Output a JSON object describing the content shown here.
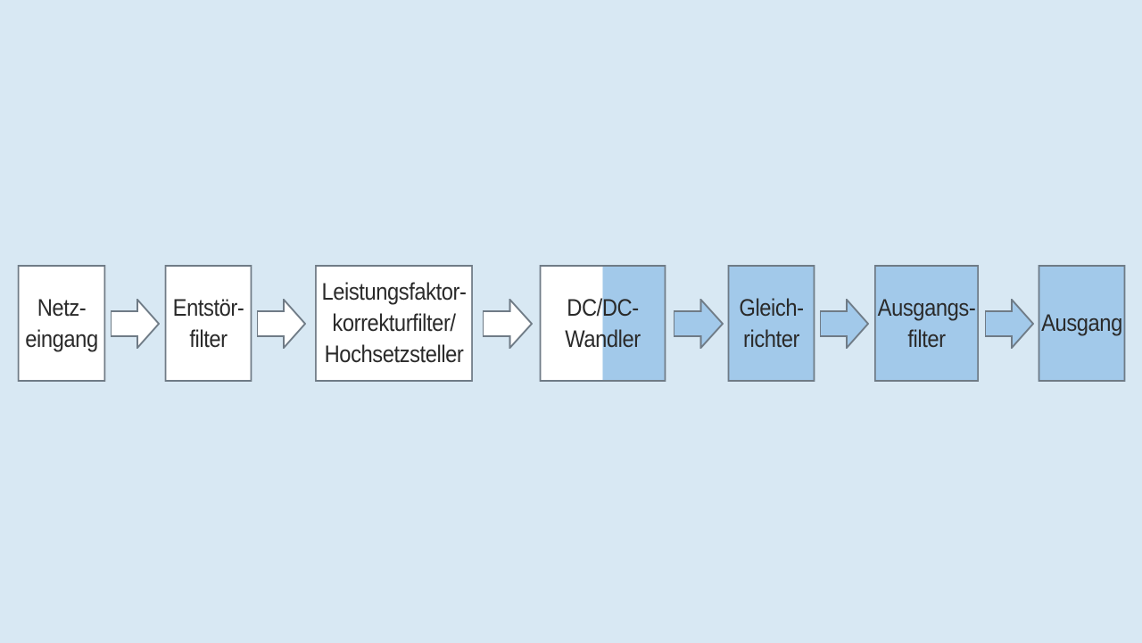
{
  "blocks": [
    {
      "id": "netzeingang",
      "label": "Netz-\neingang",
      "fill": "#ffffff"
    },
    {
      "id": "entstoerfilter",
      "label": "Entstör-\nfilter",
      "fill": "#ffffff"
    },
    {
      "id": "pfc",
      "label": "Leistungsfaktor-\nkorrekturfilter/\nHochsetzsteller",
      "fill": "#ffffff"
    },
    {
      "id": "dcdc",
      "label": "DC/DC-\nWandler",
      "fill": "split"
    },
    {
      "id": "gleichrichter",
      "label": "Gleich-\nrichter",
      "fill": "#a2c9ea"
    },
    {
      "id": "ausgangsfilter",
      "label": "Ausgangs-\nfilter",
      "fill": "#a2c9ea"
    },
    {
      "id": "ausgang",
      "label": "Ausgang",
      "fill": "#a2c9ea"
    }
  ],
  "arrows": [
    {
      "from": "netzeingang",
      "to": "entstoerfilter",
      "fill": "#ffffff"
    },
    {
      "from": "entstoerfilter",
      "to": "pfc",
      "fill": "#ffffff"
    },
    {
      "from": "pfc",
      "to": "dcdc",
      "fill": "#ffffff"
    },
    {
      "from": "dcdc",
      "to": "gleichrichter",
      "fill": "#a2c9ea"
    },
    {
      "from": "gleichrichter",
      "to": "ausgangsfilter",
      "fill": "#a2c9ea"
    },
    {
      "from": "ausgangsfilter",
      "to": "ausgang",
      "fill": "#a2c9ea"
    }
  ],
  "colors": {
    "background": "#d8e8f3",
    "white_fill": "#ffffff",
    "blue_fill": "#a2c9ea",
    "stroke": "#6f7b86",
    "text": "#2a2a2a"
  }
}
